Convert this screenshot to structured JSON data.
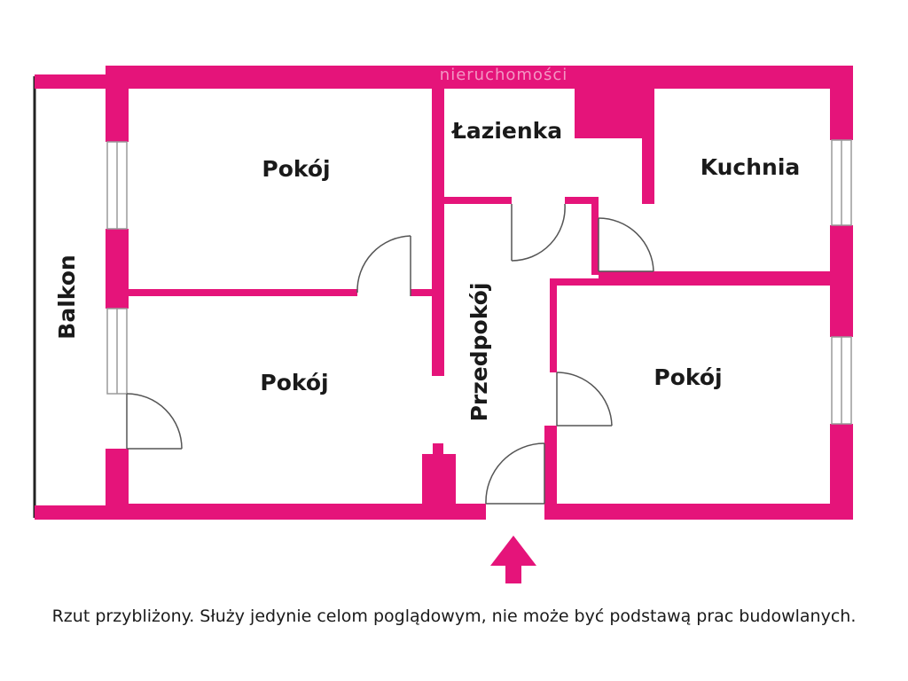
{
  "watermark": "nieruchomości",
  "colors": {
    "wall": "#E5147A",
    "window": "#9a9a9a",
    "door": "#555555",
    "arrow": "#E5147A",
    "balcony_line": "#222222"
  },
  "rooms": {
    "balkon": "Balkon",
    "pokoj_top_left": "Pokój",
    "pokoj_bottom_left": "Pokój",
    "lazienka": "Łazienka",
    "kuchnia": "Kuchnia",
    "przedpokoj": "Przedpokój",
    "pokoj_right": "Pokój"
  },
  "entrance_icon": "arrow-up-icon",
  "caption": "Rzut przybliżony. Służy jedynie celom poglądowym, nie może być podstawą prac budowlanych."
}
